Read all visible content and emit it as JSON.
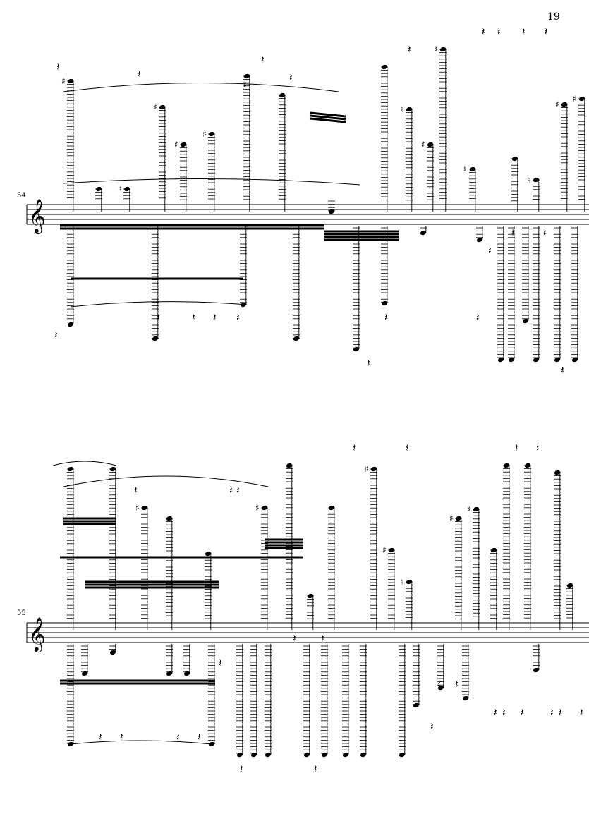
{
  "page_number": "19",
  "systems": [
    {
      "measure_number": "54"
    },
    {
      "measure_number": "55"
    }
  ]
}
